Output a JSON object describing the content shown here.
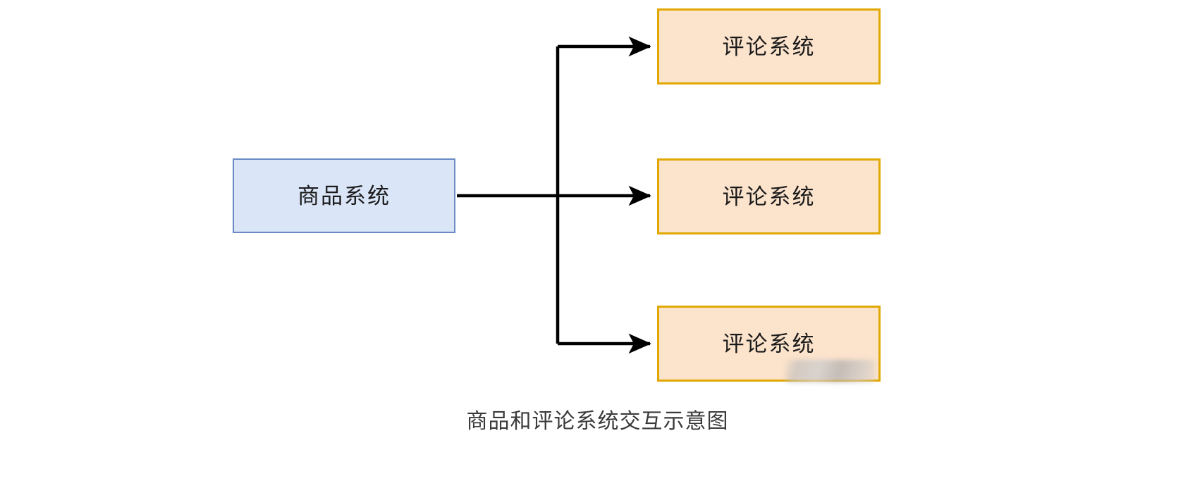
{
  "diagram": {
    "caption": "商品和评论系统交互示意图",
    "source_node": {
      "label": "商品系统",
      "fill": "#DAE5F7",
      "border": "#6A8BC4"
    },
    "target_nodes": [
      {
        "label": "评论系统",
        "fill": "#FCE3CC",
        "border": "#E0A800"
      },
      {
        "label": "评论系统",
        "fill": "#FCE3CC",
        "border": "#E0A800"
      },
      {
        "label": "评论系统",
        "fill": "#FCE3CC",
        "border": "#E0A800"
      }
    ],
    "connector": {
      "style": "orthogonal",
      "color": "#000000",
      "arrowhead": "filled-triangle",
      "branches": 3
    },
    "background": "#FFFFFF"
  }
}
